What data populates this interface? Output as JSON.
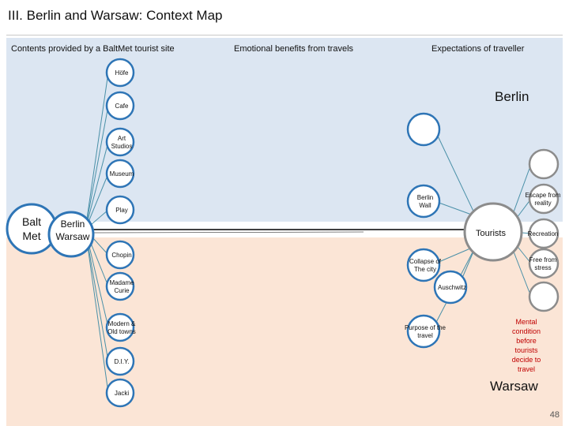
{
  "title": "III. Berlin and Warsaw: Context Map",
  "column_headers": {
    "contents": "Contents provided by a BaltMet tourist site",
    "emotional": "Emotional benefits from travels",
    "expectations": "Expectations of traveller"
  },
  "regions": {
    "berlin": "Berlin",
    "warsaw": "Warsaw"
  },
  "hub_nodes": {
    "baltmet": [
      "Balt",
      "Met"
    ],
    "cities": [
      "Berlin",
      "Warsaw"
    ],
    "tourists": "Tourists"
  },
  "content_items": [
    {
      "id": "hofe",
      "lines": [
        "Höfe"
      ]
    },
    {
      "id": "cafe",
      "lines": [
        "Cafe"
      ]
    },
    {
      "id": "art",
      "lines": [
        "Art",
        "Studios"
      ]
    },
    {
      "id": "museum",
      "lines": [
        "Museum"
      ]
    },
    {
      "id": "play",
      "lines": [
        "Play"
      ]
    },
    {
      "id": "chopin",
      "lines": [
        "Chopin"
      ]
    },
    {
      "id": "curie",
      "lines": [
        "Madame",
        "Curie"
      ]
    },
    {
      "id": "towns",
      "lines": [
        "Modern &",
        "Old towns"
      ]
    },
    {
      "id": "diy",
      "lines": [
        "D.I.Y."
      ]
    },
    {
      "id": "jacki",
      "lines": [
        "Jacki"
      ]
    }
  ],
  "emotional_items": [
    {
      "id": "empty-top",
      "lines": []
    },
    {
      "id": "berlin-wall",
      "lines": [
        "Berlin",
        "Wall"
      ]
    },
    {
      "id": "collapse",
      "lines": [
        "Collapse of",
        "The city"
      ]
    },
    {
      "id": "auschwitz",
      "lines": [
        "Auschwitz"
      ]
    },
    {
      "id": "purpose",
      "lines": [
        "Purpose of the",
        "travel"
      ]
    }
  ],
  "expectation_items": [
    {
      "id": "exp-empty-1",
      "lines": []
    },
    {
      "id": "escape",
      "lines": [
        "Escape from",
        "reality"
      ]
    },
    {
      "id": "recreation",
      "lines": [
        "Recreation"
      ]
    },
    {
      "id": "stress",
      "lines": [
        "Free from",
        "stress"
      ]
    },
    {
      "id": "exp-empty-2",
      "lines": []
    }
  ],
  "mental_condition_note": [
    "Mental",
    "condition",
    "before",
    "tourists",
    "decide to",
    "travel"
  ],
  "page_number": "48",
  "colors": {
    "node_border": "#2e75b6",
    "gray_border": "#8c8c8c",
    "line": "#4a90a8",
    "accent_text": "#c00000",
    "band_top": "#dce6f2",
    "band_bottom": "#fbe5d6"
  }
}
